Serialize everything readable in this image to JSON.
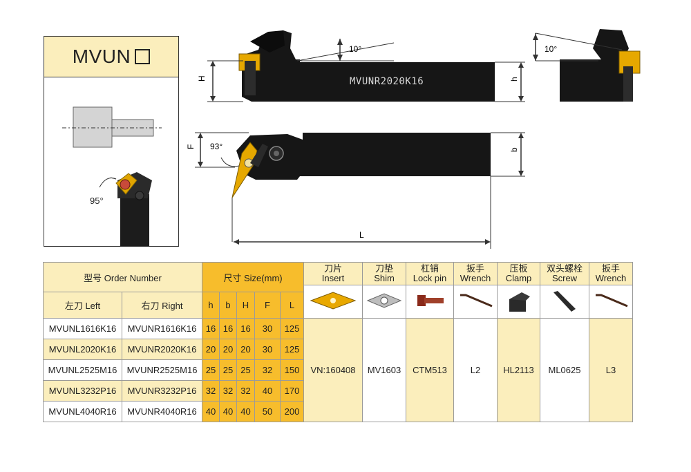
{
  "model_box": {
    "title": "MVUN",
    "angle": "95°"
  },
  "drawing": {
    "side_angle_left": "10°",
    "side_angle_right": "10°",
    "label_H": "H",
    "label_h": "h",
    "label_F": "F",
    "label_b": "b",
    "label_L": "L",
    "angle_93": "93°",
    "tool_marking": "MVUNR2020K16"
  },
  "table": {
    "header_order": "型号 Order Number",
    "header_size": "尺寸 Size(mm)",
    "header_left": "左刀 Left",
    "header_right": "右刀 Right",
    "size_cols": [
      "h",
      "b",
      "H",
      "F",
      "L"
    ],
    "accessories": [
      {
        "cn": "刀片",
        "en": "Insert",
        "icon": "insert-icon"
      },
      {
        "cn": "刀垫",
        "en": "Shim",
        "icon": "shim-icon"
      },
      {
        "cn": "杠销",
        "en": "Lock pin",
        "icon": "lock-pin-icon"
      },
      {
        "cn": "扳手",
        "en": "Wrench",
        "icon": "wrench-icon"
      },
      {
        "cn": "压板",
        "en": "Clamp",
        "icon": "clamp-icon"
      },
      {
        "cn": "双头螺栓",
        "en": "Screw",
        "icon": "screw-icon"
      },
      {
        "cn": "扳手",
        "en": "Wrench",
        "icon": "wrench-icon"
      }
    ],
    "rows": [
      {
        "left": "MVUNL1616K16",
        "right": "MVUNR1616K16",
        "h": "16",
        "b": "16",
        "H": "16",
        "F": "30",
        "L": "125"
      },
      {
        "left": "MVUNL2020K16",
        "right": "MVUNR2020K16",
        "h": "20",
        "b": "20",
        "H": "20",
        "F": "30",
        "L": "125"
      },
      {
        "left": "MVUNL2525M16",
        "right": "MVUNR2525M16",
        "h": "25",
        "b": "25",
        "H": "25",
        "F": "32",
        "L": "150"
      },
      {
        "left": "MVUNL3232P16",
        "right": "MVUNR3232P16",
        "h": "32",
        "b": "32",
        "H": "32",
        "F": "40",
        "L": "170"
      },
      {
        "left": "MVUNL4040R16",
        "right": "MVUNR4040R16",
        "h": "40",
        "b": "40",
        "H": "40",
        "F": "50",
        "L": "200"
      }
    ],
    "parts": [
      "VN:160408",
      "MV1603",
      "CTM513",
      "L2",
      "HL2113",
      "ML0625",
      "L3"
    ]
  },
  "colors": {
    "accent_yellow": "#f7bd2c",
    "light_yellow": "#fbeebc",
    "tool_black": "#1a1a1a",
    "insert_gold": "#e8a800"
  }
}
